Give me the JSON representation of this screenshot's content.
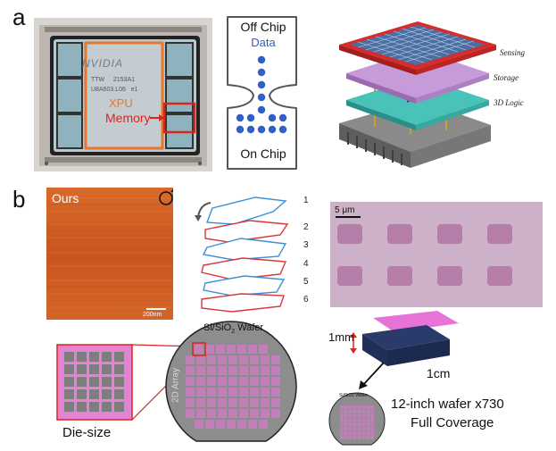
{
  "panels": {
    "a": {
      "letter": "a",
      "chip_photo": {
        "marking_line1": "TTW     2153A1",
        "marking_line2": "U8A603.L06   e1",
        "brand": "NVIDIA",
        "xpu_label": "XPU",
        "memory_label": "Memory"
      },
      "bottleneck": {
        "top_label": "Off Chip",
        "data_label": "Data",
        "bottom_label": "On Chip"
      },
      "stack": {
        "layer1": "Sensing",
        "layer2": "Storage",
        "layer3": "3D Logic"
      }
    },
    "b": {
      "letter": "b",
      "afm": {
        "ours_label": "Ours",
        "scale_label": "200nm"
      },
      "layers": {
        "numbers": [
          "1",
          "2",
          "3",
          "4",
          "5",
          "6"
        ]
      },
      "micrograph": {
        "scale_label": "5 μm"
      },
      "wafer": {
        "title": "Si/SiO",
        "title_sub": "2",
        "title_end": " Wafer",
        "array_label": "2D Array",
        "die_label": "Die-size"
      },
      "block": {
        "thickness_label": "1mm",
        "width_label": "1cm"
      },
      "small_wafer": {
        "label": "Si/SiO2 Wafer",
        "line1": "12-inch wafer x730",
        "line2": "Full Coverage"
      }
    }
  },
  "colors": {
    "xpu_orange": "#e8772e",
    "memory_red": "#d9261c",
    "data_blue": "#2f5fc7",
    "layer_blue": "#3d8fd6",
    "layer_red": "#d9343a",
    "wafer_pink": "#cf8fcc",
    "block_navy": "#1f2f57",
    "block_magenta": "#e873d8"
  }
}
